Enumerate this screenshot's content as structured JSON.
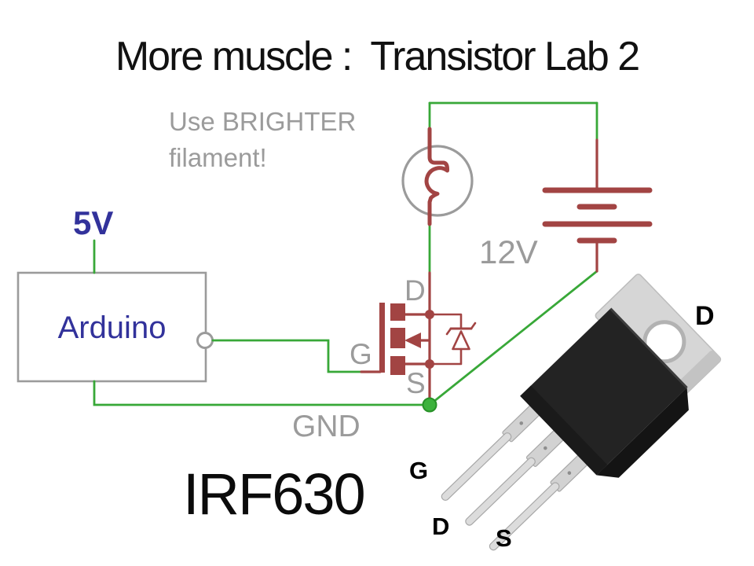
{
  "title": "More muscle :  Transistor Lab 2",
  "circuit": {
    "note": {
      "line1": "Use BRIGHTER",
      "line2": "filament!"
    },
    "supply_label": "5V",
    "arduino_label": "Arduino",
    "battery_label": "12V",
    "ground_label": "GND",
    "mosfet_pins": {
      "drain": "D",
      "gate": "G",
      "source": "S"
    },
    "colors": {
      "wire_green": "#38a838",
      "junction_green": "#3cb23c",
      "component_red": "#a24443",
      "schematic_gray": "#9b9b9b",
      "arduino_blue": "#32329b"
    }
  },
  "part": {
    "name": "IRF630",
    "photo_pins": {
      "gate": "G",
      "drain": "D",
      "source": "S",
      "tab": "D"
    }
  }
}
